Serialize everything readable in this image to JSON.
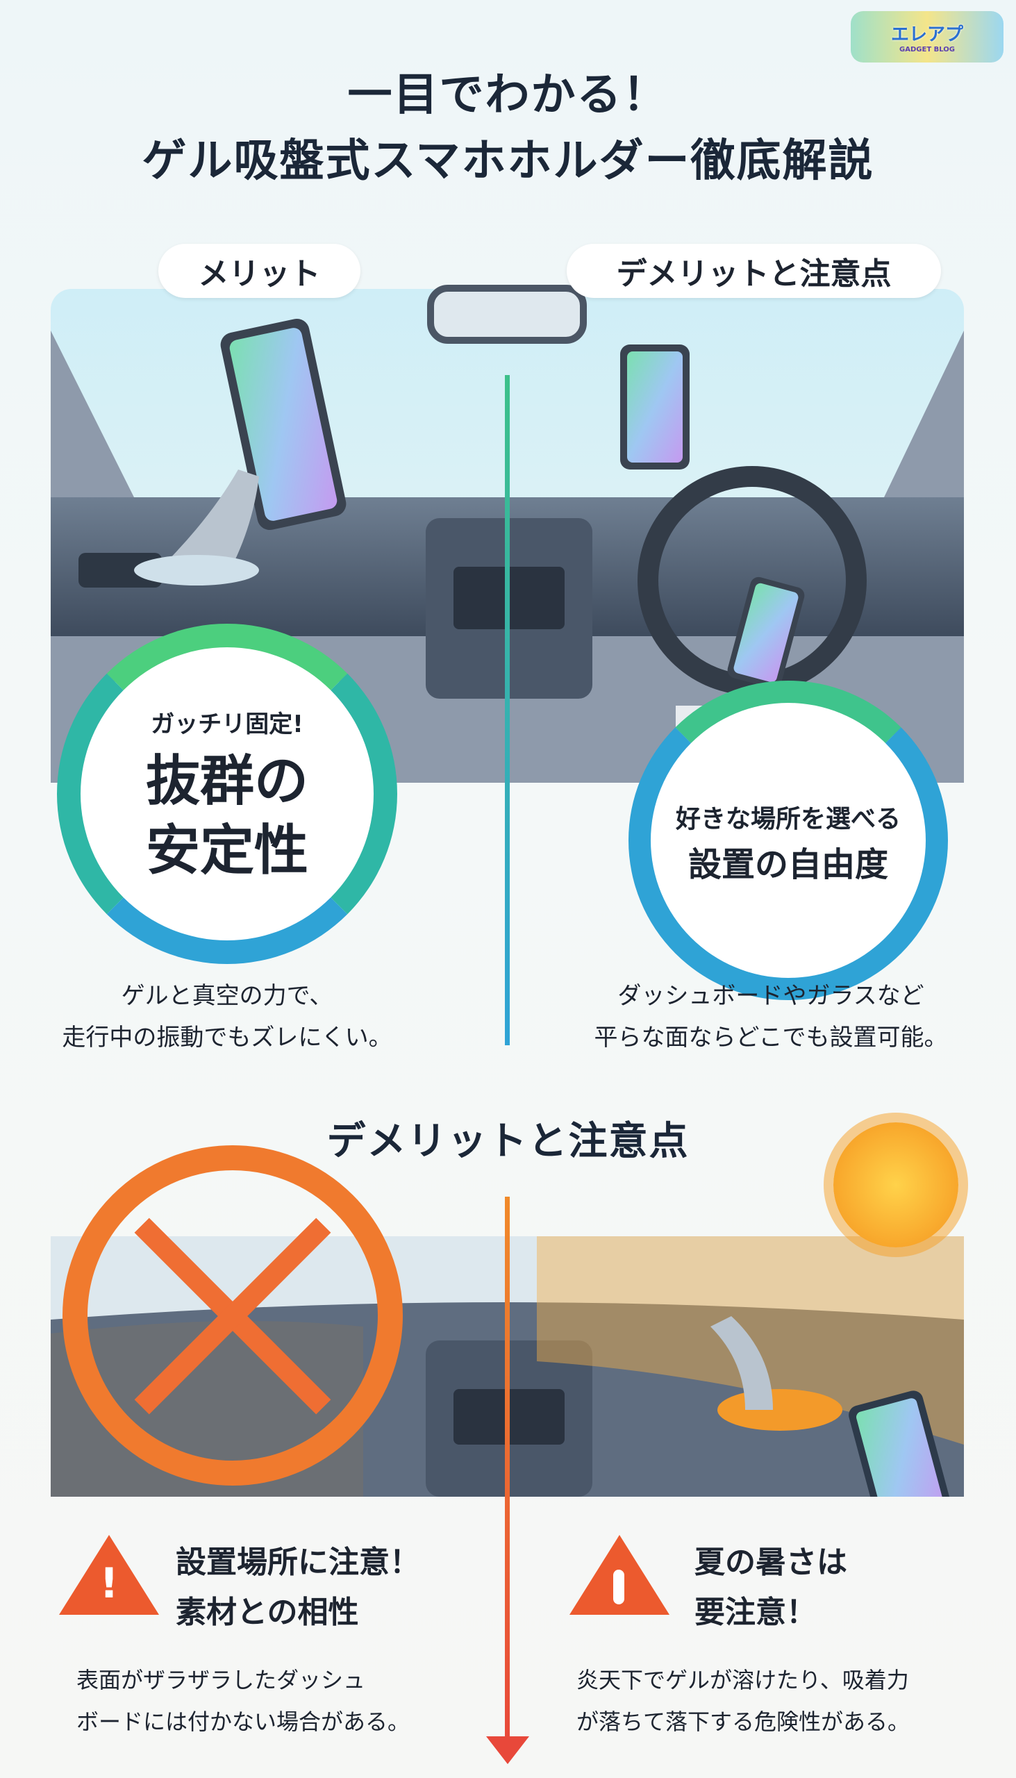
{
  "logo": {
    "name": "エレアプ",
    "sub": "GADGET BLOG"
  },
  "title": {
    "line1": "一目でわかる！",
    "line2": "ゲル吸盤式スマホホルダー徹底解説"
  },
  "merit": {
    "label": "メリット",
    "badge_small": "ガッチリ固定!",
    "badge_line1": "抜群の",
    "badge_line2": "安定性",
    "caption_line1": "ゲルと真空の力で、",
    "caption_line2": "走行中の振動でもズレにくい。"
  },
  "demerit_top": {
    "label": "デメリットと注意点",
    "badge_small": "好きな場所を選べる",
    "badge_main": "設置の自由度",
    "caption_line1": "ダッシュボードやガラスなど",
    "caption_line2": "平らな面ならどこでも設置可能。"
  },
  "section2": {
    "heading": "デメリットと注意点",
    "left": {
      "title1": "設置場所に注意！",
      "title2": "素材との相性",
      "caption_line1": "表面がザラザラしたダッシュ",
      "caption_line2": "ボードには付かない場合がある。"
    },
    "right": {
      "title1": "夏の暑さは",
      "title2": "要注意！",
      "caption_line1": "炎天下でゲルが溶けたり、吸着力",
      "caption_line2": "が落ちて落下する危険性がある。"
    }
  },
  "colors": {
    "green": "#3cc08a",
    "blue": "#2fa3d6",
    "orange": "#f08a2a",
    "red": "#e8483a"
  }
}
